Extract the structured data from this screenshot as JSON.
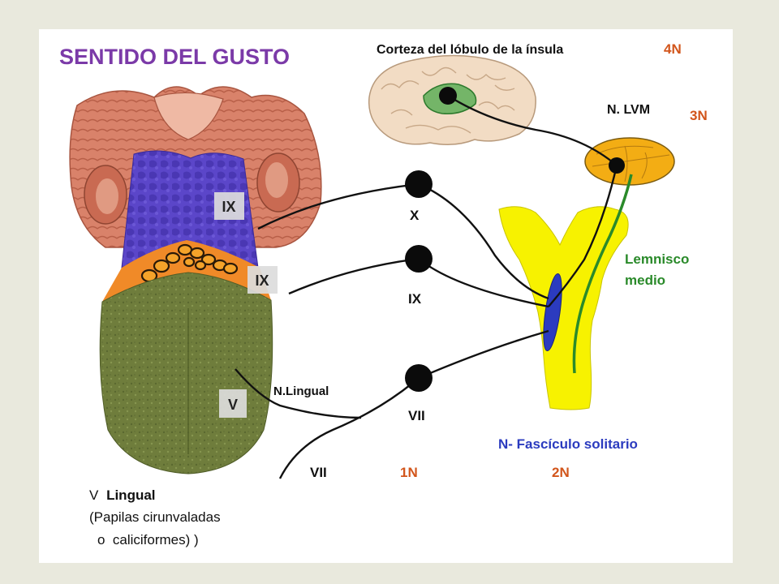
{
  "title": "SENTIDO DEL GUSTO",
  "cortex": {
    "label": "Corteza del lóbulo de la ínsula",
    "order": "4N"
  },
  "thalamus": {
    "label": "N. LVM",
    "order": "3N"
  },
  "lemniscus": {
    "line1": "Lemnisco",
    "line2": "medio"
  },
  "tongue_labels": {
    "posterior": "IX",
    "papillae_band": "IX",
    "anterior": "V"
  },
  "ganglia": {
    "vagus": "X",
    "glossopharyngeal": "IX",
    "facial": "VII"
  },
  "lingual_nerve": "N.Lingual",
  "bottom": {
    "nerve": "VII",
    "first_order": "1N",
    "second_order": "2N"
  },
  "solitary_nucleus": "N- Fascículo solitario",
  "caption": {
    "line1_roman": "V",
    "line1_bold": "Lingual",
    "line2": "(Papilas cirunvaladas",
    "line3": "o  caliciformes) )"
  },
  "colors": {
    "title": "#7b3aa8",
    "order_numbers": "#d2551b",
    "lemniscus": "#2a8a2a",
    "solitary": "#2b3bbf",
    "tongue_posterior": "#5b3fc4",
    "tongue_anterior": "#6b7a3a",
    "papillae_band": "#f08a28",
    "brainstem": "#f7f200",
    "thalamus": "#f3ad14"
  }
}
